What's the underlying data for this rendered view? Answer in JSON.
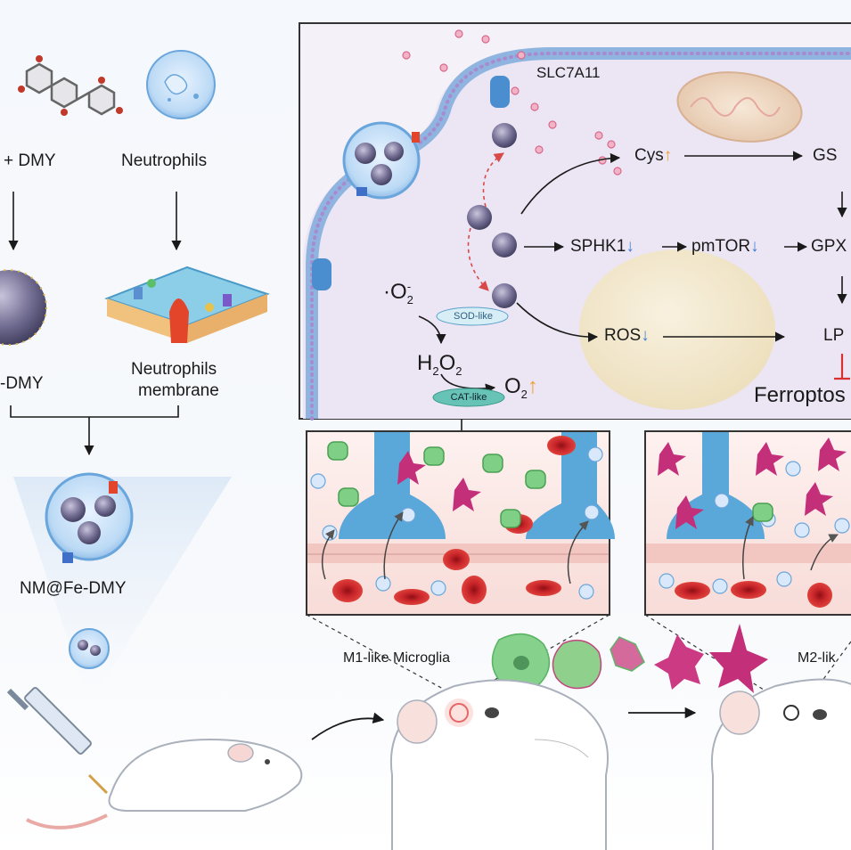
{
  "left_panel": {
    "label_dmy": "+ DMY",
    "label_neutrophils": "Neutrophils",
    "label_fe_dmy": "-DMY",
    "label_membrane_line1": "Neutrophils",
    "label_membrane_line2": "membrane",
    "label_nm": "NM@Fe-DMY"
  },
  "pathway": {
    "slc": "SLC7A11",
    "cys": "Cys",
    "gs": "GS",
    "sphk1": "SPHK1",
    "pmtor": "pmTOR",
    "gpx": "GPX",
    "ros": "ROS",
    "lp": "LP",
    "ferroptosis": "Ferroptos",
    "o2_radical": "·O",
    "o2_radical_sub": "2",
    "o2_radical_sup": "-",
    "sod": "SOD-like",
    "h2o2_a": "H",
    "h2o2_sub1": "2",
    "h2o2_b": "O",
    "h2o2_sub2": "2",
    "cat": "CAT-like",
    "o2_out": "O",
    "o2_out_sub": "2",
    "up_arrow": "↑",
    "down_arrow": "↓"
  },
  "bottom": {
    "m1": "M1-like Microglia",
    "m2": "M2-lik"
  },
  "colors": {
    "membrane_blue": "#8fb4df",
    "lipid_purple": "#a78bd0",
    "cell_interior": "#eee9f6",
    "rbc_red": "#d7262a",
    "vessel_blue": "#5aa7d9",
    "microglia_green": "#7fcf86",
    "microglia_magenta": "#c42f7a",
    "orange_arrow": "#f0a030",
    "blue_arrow": "#3e7fd6",
    "red_inhibit": "#d93030"
  }
}
